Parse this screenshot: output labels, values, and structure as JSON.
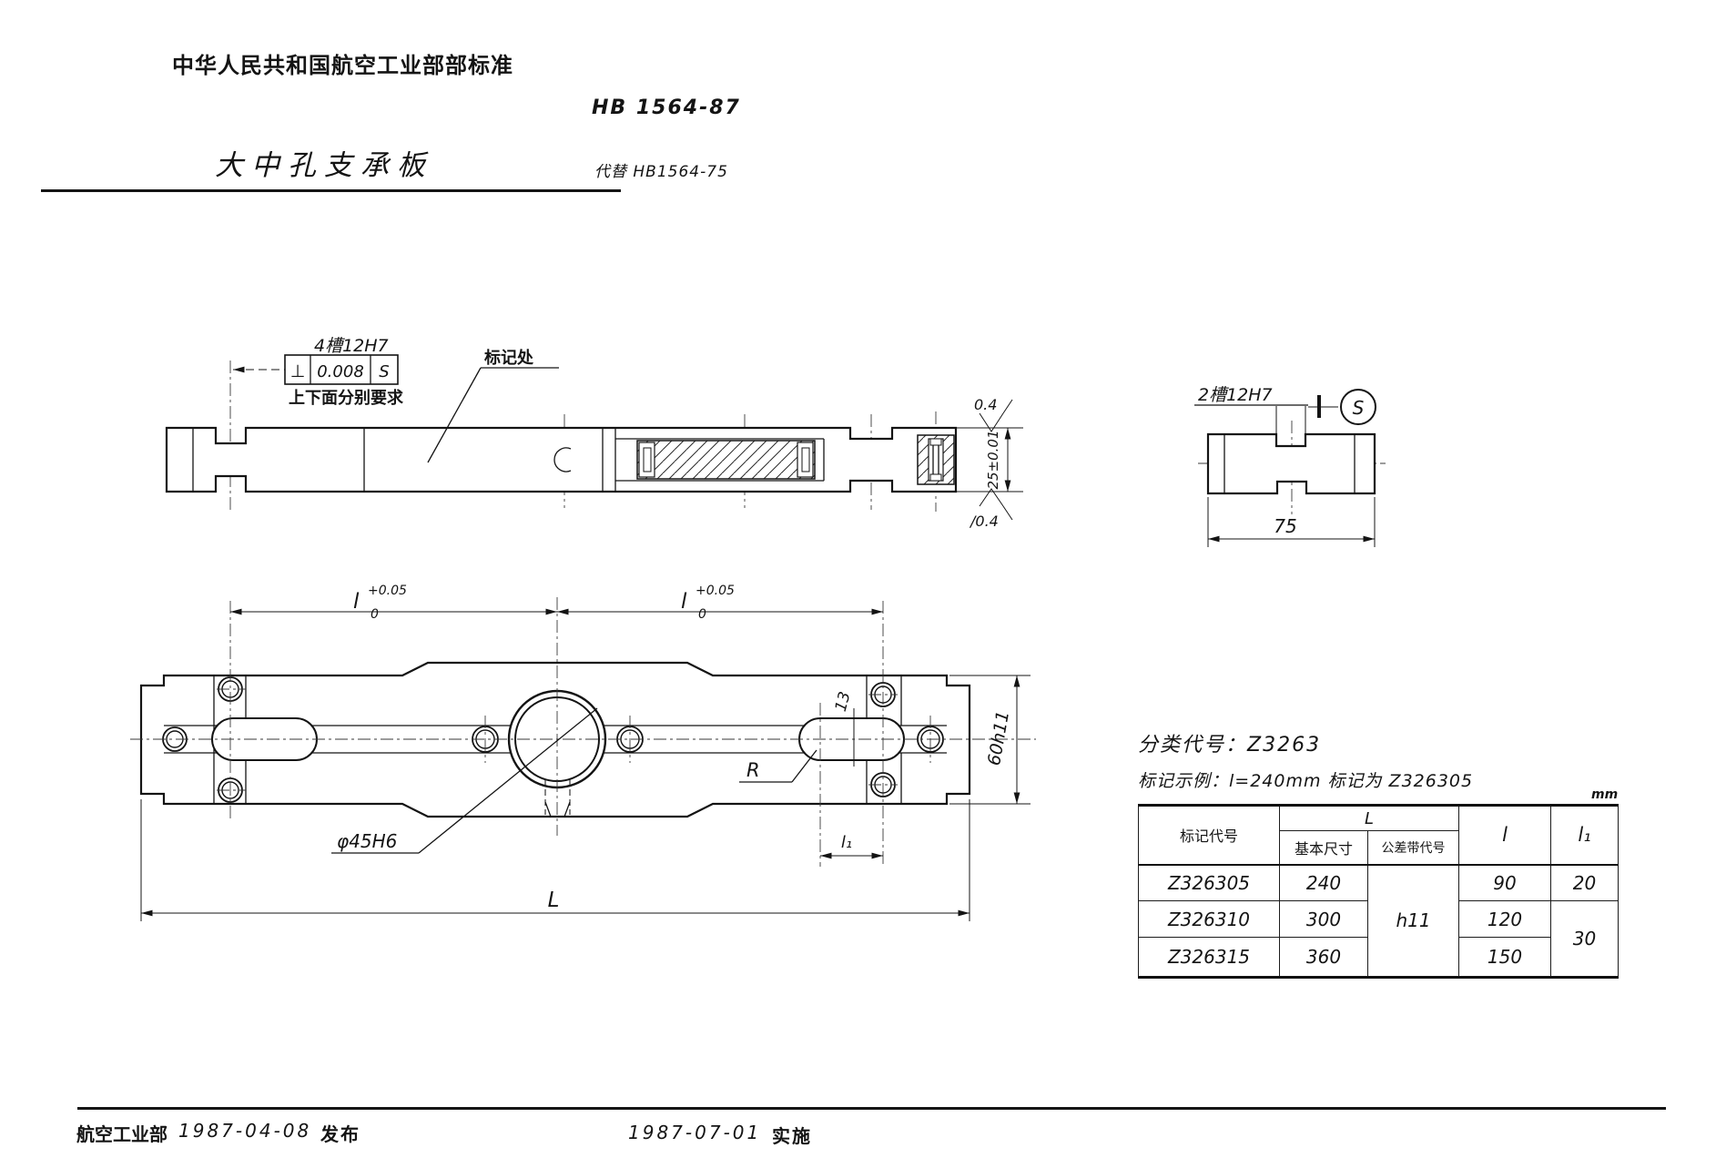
{
  "header": {
    "org_title": "中华人民共和国航空工业部部标准",
    "std_no": "HB 1564-87",
    "title": "大中孔支承板",
    "supersedes": "代替 HB1564-75"
  },
  "view_side": {
    "slot_label": "4槽12H7",
    "fcf_symbol": "⊥",
    "fcf_tolerance": "0.008",
    "fcf_datum": "S",
    "fcf_note": "上下面分别要求",
    "mark_site": "标记处",
    "finish_top": "0.4",
    "finish_bottom": "/0.4",
    "thickness": "25±0.01"
  },
  "view_end": {
    "slot_label": "2槽12H7",
    "datum": "S",
    "width": "75"
  },
  "view_plan": {
    "dim_l_base": "l",
    "dim_l_sup": "+0.05",
    "dim_l_sub": "0",
    "slot_width": "13",
    "radius": "R",
    "height": "60h11",
    "bore": "φ45H6",
    "dim_l1": "l₁",
    "dim_L": "L"
  },
  "notes": {
    "class_code": "分类代号：Z3263",
    "example": "标记示例：l=240mm  标记为 Z326305",
    "unit": "mm"
  },
  "table": {
    "headers": {
      "code": "标记代号",
      "L": "L",
      "basic": "基本尺寸",
      "tol_zone": "公差带代号",
      "l": "l",
      "l1": "l₁"
    },
    "tol_value": "h11",
    "l1_merged": "30",
    "rows": [
      {
        "code": "Z326305",
        "L_basic": "240",
        "l": "90",
        "l1": "20"
      },
      {
        "code": "Z326310",
        "L_basic": "300",
        "l": "120"
      },
      {
        "code": "Z326315",
        "L_basic": "360",
        "l": "150"
      }
    ]
  },
  "footer": {
    "org": "航空工业部",
    "release_date": "1987-04-08",
    "release_label": "发布",
    "impl_date": "1987-07-01",
    "impl_label": "实施"
  }
}
